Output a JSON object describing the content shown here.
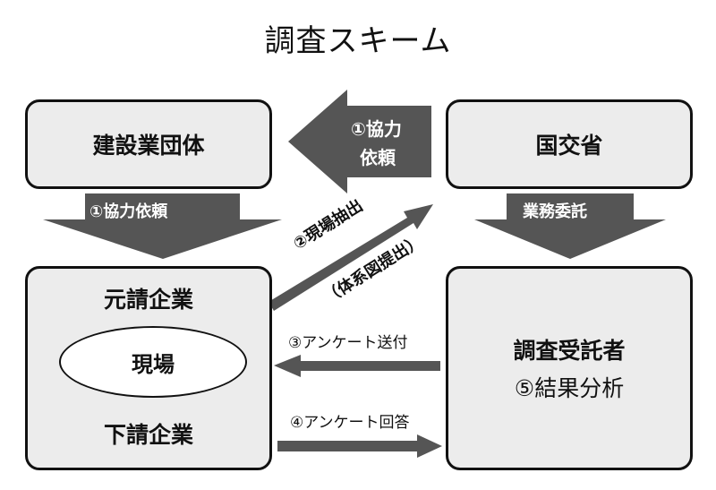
{
  "title": "調査スキーム",
  "boxes": {
    "kensetsu": "建設業団体",
    "kokkosho": "国交省",
    "genba_left_top": "元請企業",
    "genba_center": "現場",
    "genba_left_bottom": "下請企業",
    "chosa_title": "調査受託者",
    "chosa_sub": "⑤結果分析"
  },
  "arrows": {
    "top_big_line1": "①協力",
    "top_big_line2": "依頼",
    "left_down": "①協力依頼",
    "right_down": "業務委託",
    "diagonal_line1": "②現場抽出",
    "diagonal_line2": "（体系図提出）",
    "send": "③アンケート送付",
    "reply": "④アンケート回答"
  },
  "colors": {
    "arrow_fill": "#555555",
    "box_fill": "#ececec"
  }
}
